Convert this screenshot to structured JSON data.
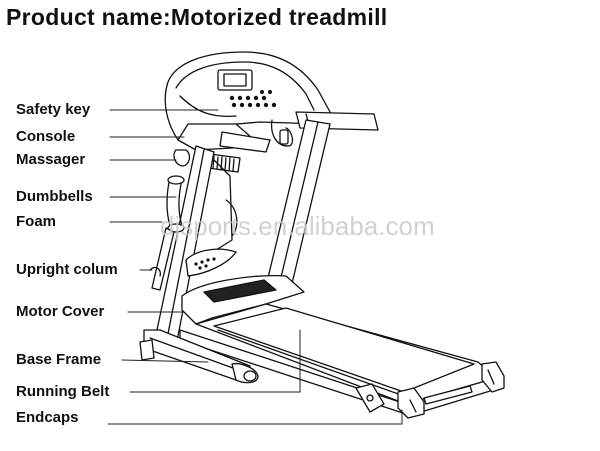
{
  "title": "Product name:Motorized treadmill",
  "labels": {
    "safety_key": "Safety key",
    "console": "Console",
    "massager": "Massager",
    "dumbbells": "Dumbbells",
    "foam": "Foam",
    "upright_column": "Upright colum",
    "motor_cover": "Motor Cover",
    "base_frame": "Base Frame",
    "running_belt": "Running Belt",
    "endcaps": "Endcaps"
  },
  "watermark": "djsports.en.alibaba.com",
  "colors": {
    "line": "#111111",
    "text": "#111111",
    "watermark": "#c9c9c9"
  }
}
